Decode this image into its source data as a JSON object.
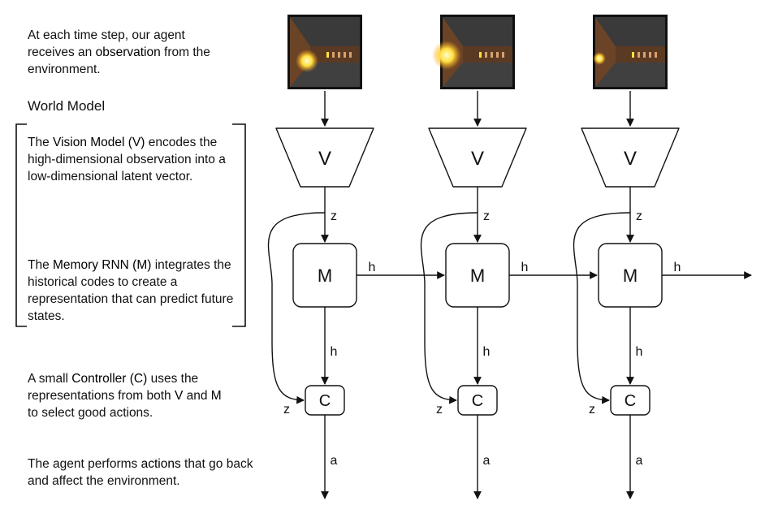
{
  "texts": {
    "observation": {
      "before": "At each time step, our agent receives an ",
      "bold": "observation",
      "after": " from the environment."
    },
    "world_model_heading": "World Model",
    "vision": {
      "before": "The ",
      "bold": "Vision Model (V)",
      "after": " encodes the high-dimensional observation into a low-dimensional latent vector."
    },
    "memory": {
      "before": "The ",
      "bold": "Memory RNN (M)",
      "after": " integrates the historical codes to create a representation that can predict future states."
    },
    "controller": {
      "before": "A small ",
      "bold": "Controller (C)",
      "middle1": " uses the representations from both ",
      "bold2": "V",
      "middle2": " and ",
      "bold3": "M",
      "after": " to select good actions."
    },
    "actions": {
      "before": "The agent performs ",
      "bold": "actions",
      "after": " that go back and affect the environment."
    }
  },
  "diagram": {
    "columns": 3,
    "node_labels": {
      "vision": "V",
      "memory": "M",
      "controller": "C"
    },
    "edge_labels": {
      "latent": "z",
      "hidden": "h",
      "action": "a"
    },
    "frame_colors": {
      "wall": "#5a3a22",
      "floor": "#404040",
      "ceiling": "#3a3a3a",
      "fireball": "#ffe040",
      "fireball_core": "#fffbd0"
    }
  }
}
